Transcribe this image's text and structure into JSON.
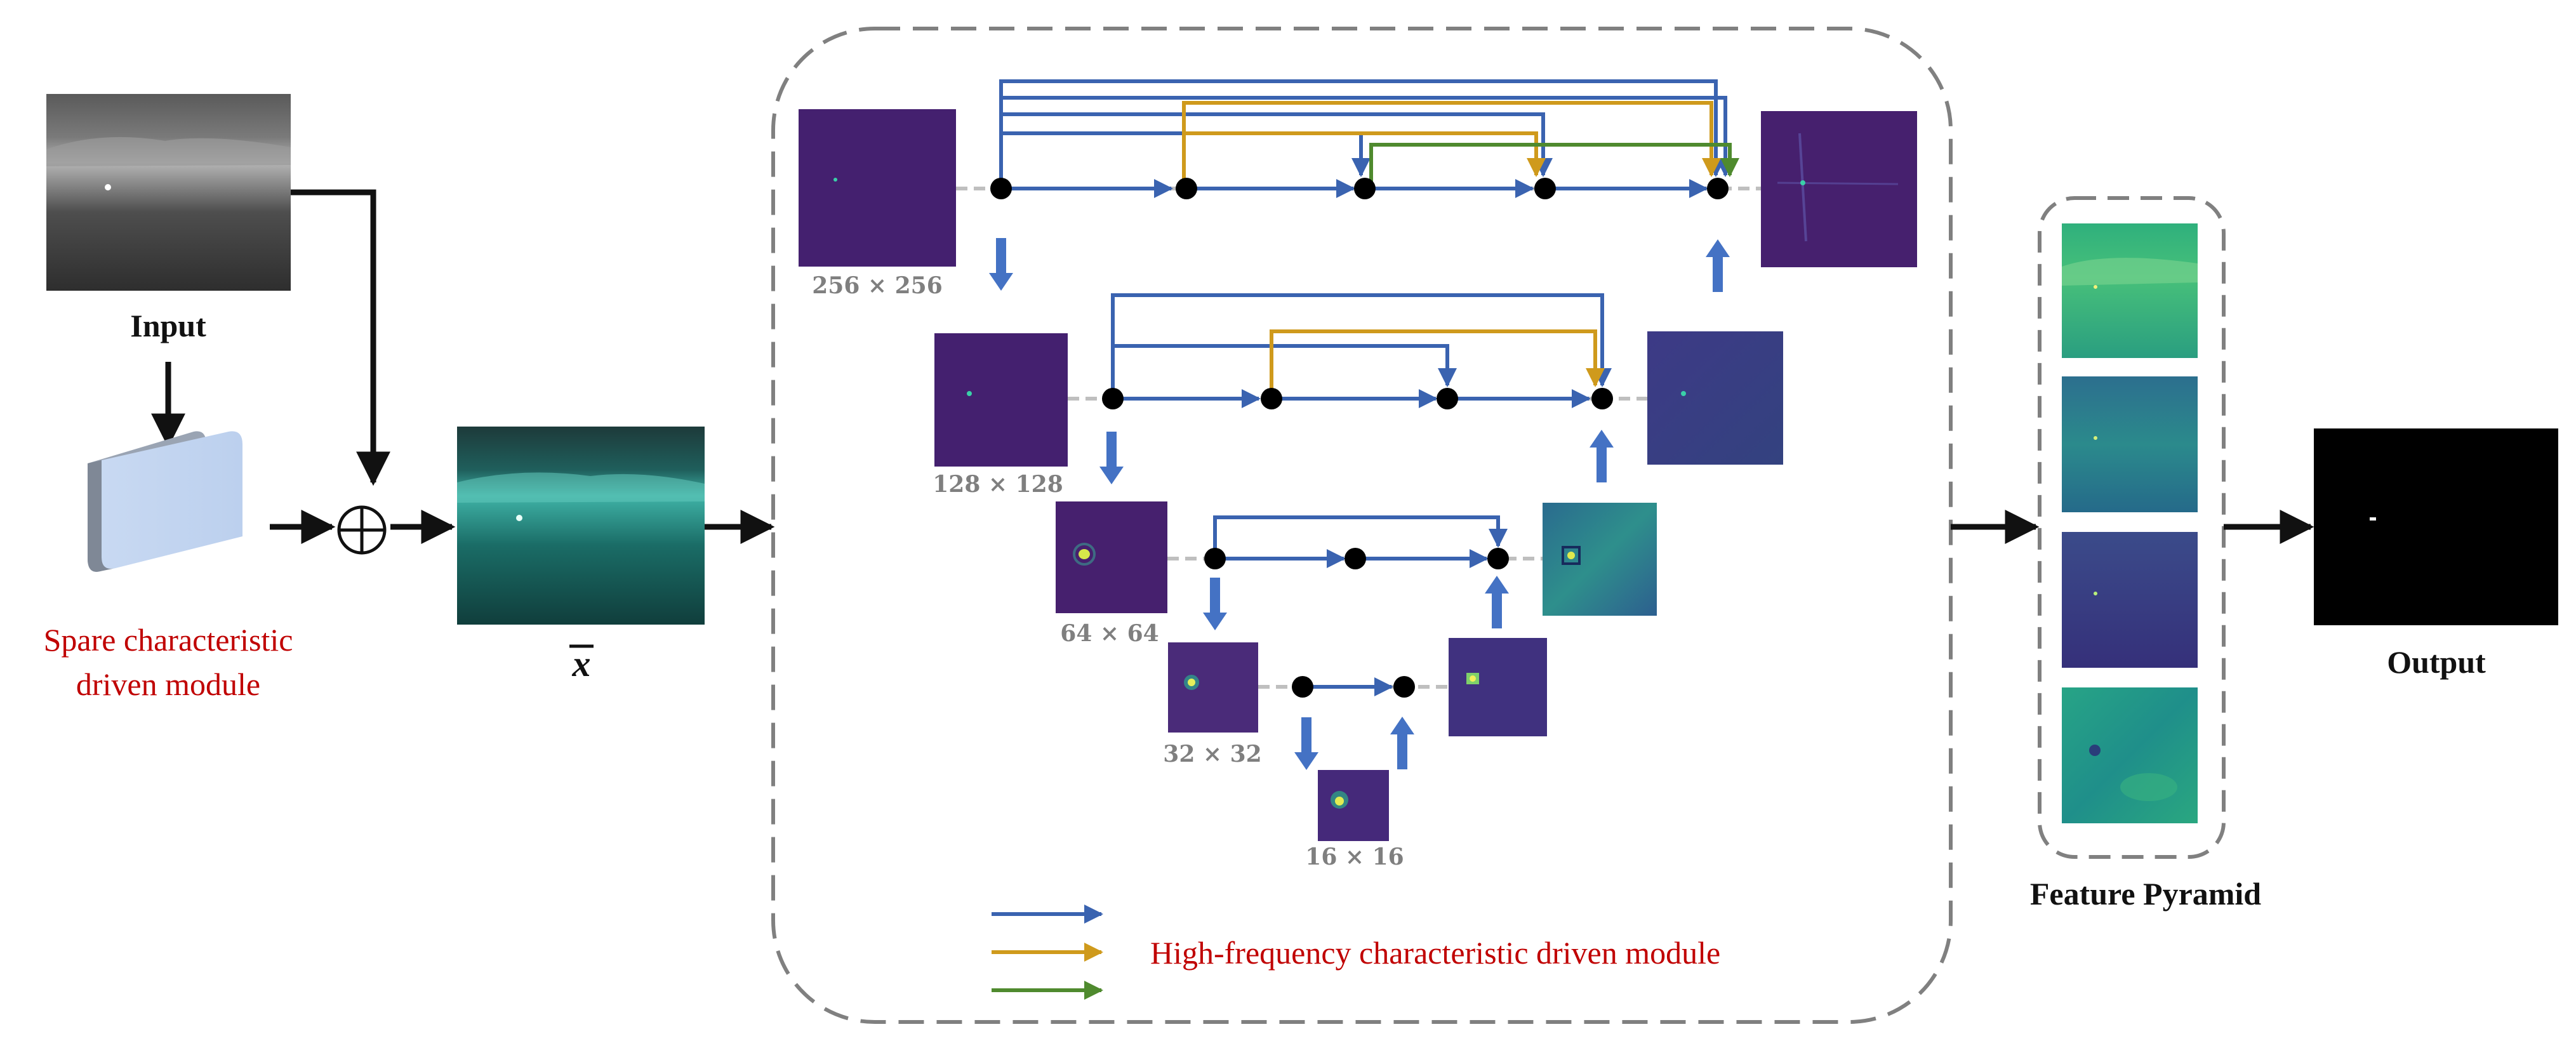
{
  "labels": {
    "input": "Input",
    "module_line1": "Spare characteristic",
    "module_line2": "driven module",
    "xbar": "x",
    "hf_module": "High-frequency characteristic driven module",
    "pyramid": "Feature Pyramid",
    "output": "Output",
    "oplus": "⊕"
  },
  "resolutions": [
    "256 × 256",
    "128 × 128",
    "64 × 64",
    "32 × 32",
    "16 × 16"
  ],
  "colors": {
    "blue": "#3a63b0",
    "gold": "#cf9a1c",
    "green": "#4f8a2e",
    "red_text": "#c00000",
    "feature_dark": "#46206e",
    "dashed_border": "#808080",
    "module_face": "#c8d9f2"
  },
  "icons": [
    "oplus-icon",
    "node-dot",
    "arrow"
  ]
}
